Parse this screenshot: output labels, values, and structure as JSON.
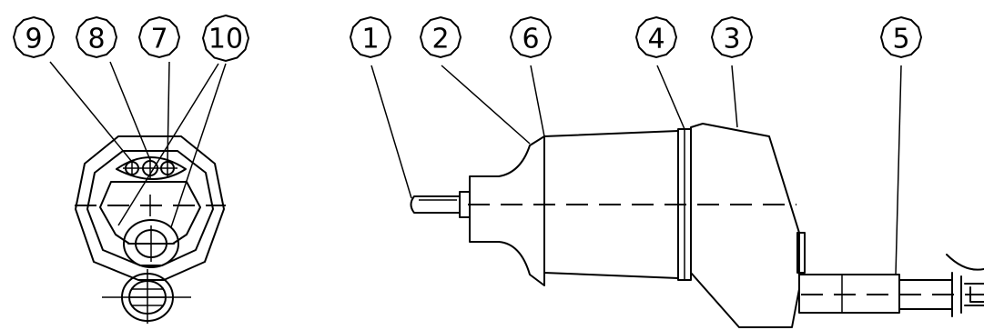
{
  "balloons": {
    "b9": "9",
    "b8": "8",
    "b7": "7",
    "b10": "10",
    "b1": "1",
    "b2": "2",
    "b6": "6",
    "b4": "4",
    "b3": "3",
    "b5": "5"
  }
}
